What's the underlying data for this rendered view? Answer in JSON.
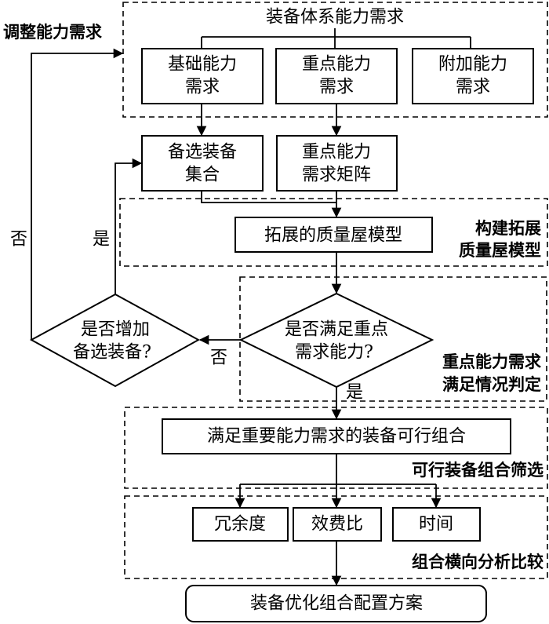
{
  "nodes": {
    "system_title": "装备体系能力需求",
    "basic_l1": "基础能力",
    "basic_l2": "需求",
    "key_l1": "重点能力",
    "key_l2": "需求",
    "extra_l1": "附加能力",
    "extra_l2": "需求",
    "cand_l1": "备选装备",
    "cand_l2": "集合",
    "matrix_l1": "重点能力",
    "matrix_l2": "需求矩阵",
    "qfd": "拓展的质量屋模型",
    "meet_l1": "是否满足重点",
    "meet_l2": "需求能力?",
    "add_l1": "是否增加",
    "add_l2": "备选装备?",
    "feasible": "满足重要能力需求的装备可行组合",
    "redundancy": "冗余度",
    "cost_eff": "效费比",
    "time": "时间",
    "final": "装备优化组合配置方案"
  },
  "labels": {
    "adjust": "调整能力需求",
    "build_l1": "构建拓展",
    "build_l2": "质量屋模型",
    "judge_l1": "重点能力需求",
    "judge_l2": "满足情况判定",
    "screen": "可行装备组合筛选",
    "compare": "组合横向分析比较",
    "yes_down": "是",
    "no_left": "否",
    "yes_up": "是",
    "no_up": "否"
  }
}
